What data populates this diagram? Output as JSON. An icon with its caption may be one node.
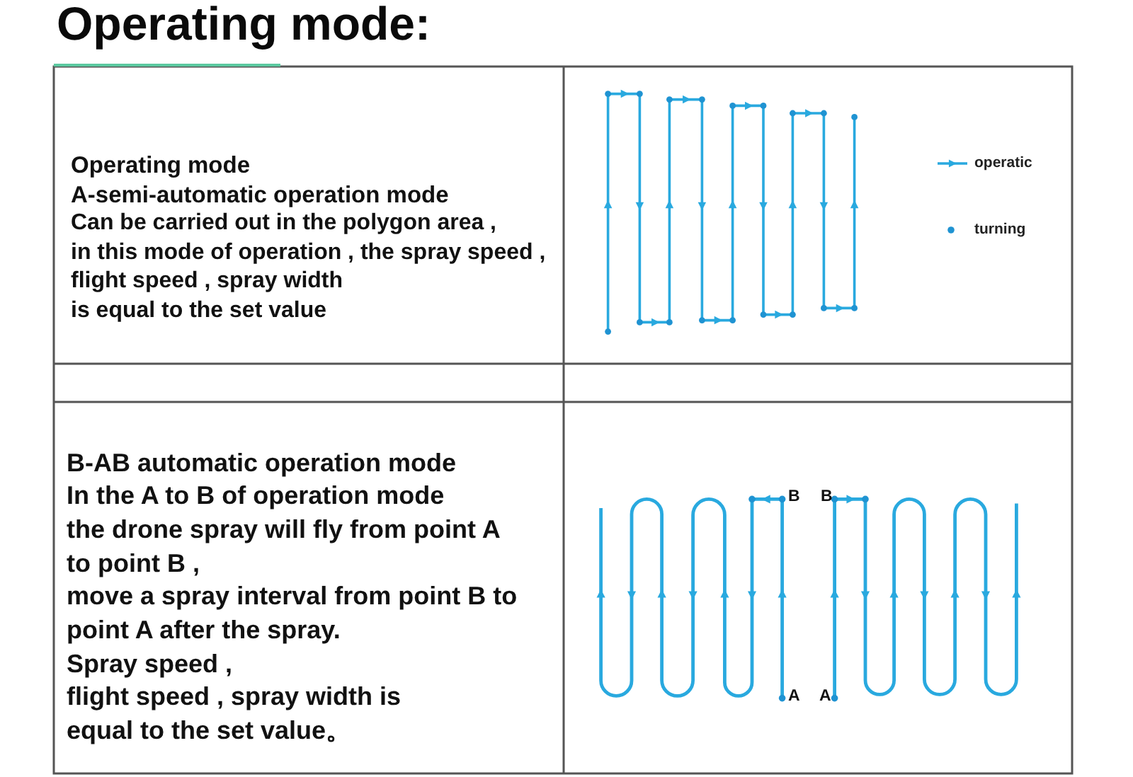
{
  "diagram": {
    "title": "Operating mode:",
    "labels": [
      "Operating mode",
      "A-semi-automatic operation mode",
      "Can be carried out in the polygon area , in this mode of operation , the spray speed , flight speed , spray width is equal to the set value",
      "B-AB automatic operation mode",
      "In the A to B of operation mode the drone spray will fly from point A to point B , move a spray interval from point B to point A after the spray.",
      "Spray speed , flight speed , spray width is equal to the set value。",
      "B",
      "B",
      "A",
      "A"
    ],
    "legend": [
      {
        "text": "operatic"
      },
      {
        "text": "turning"
      }
    ]
  }
}
